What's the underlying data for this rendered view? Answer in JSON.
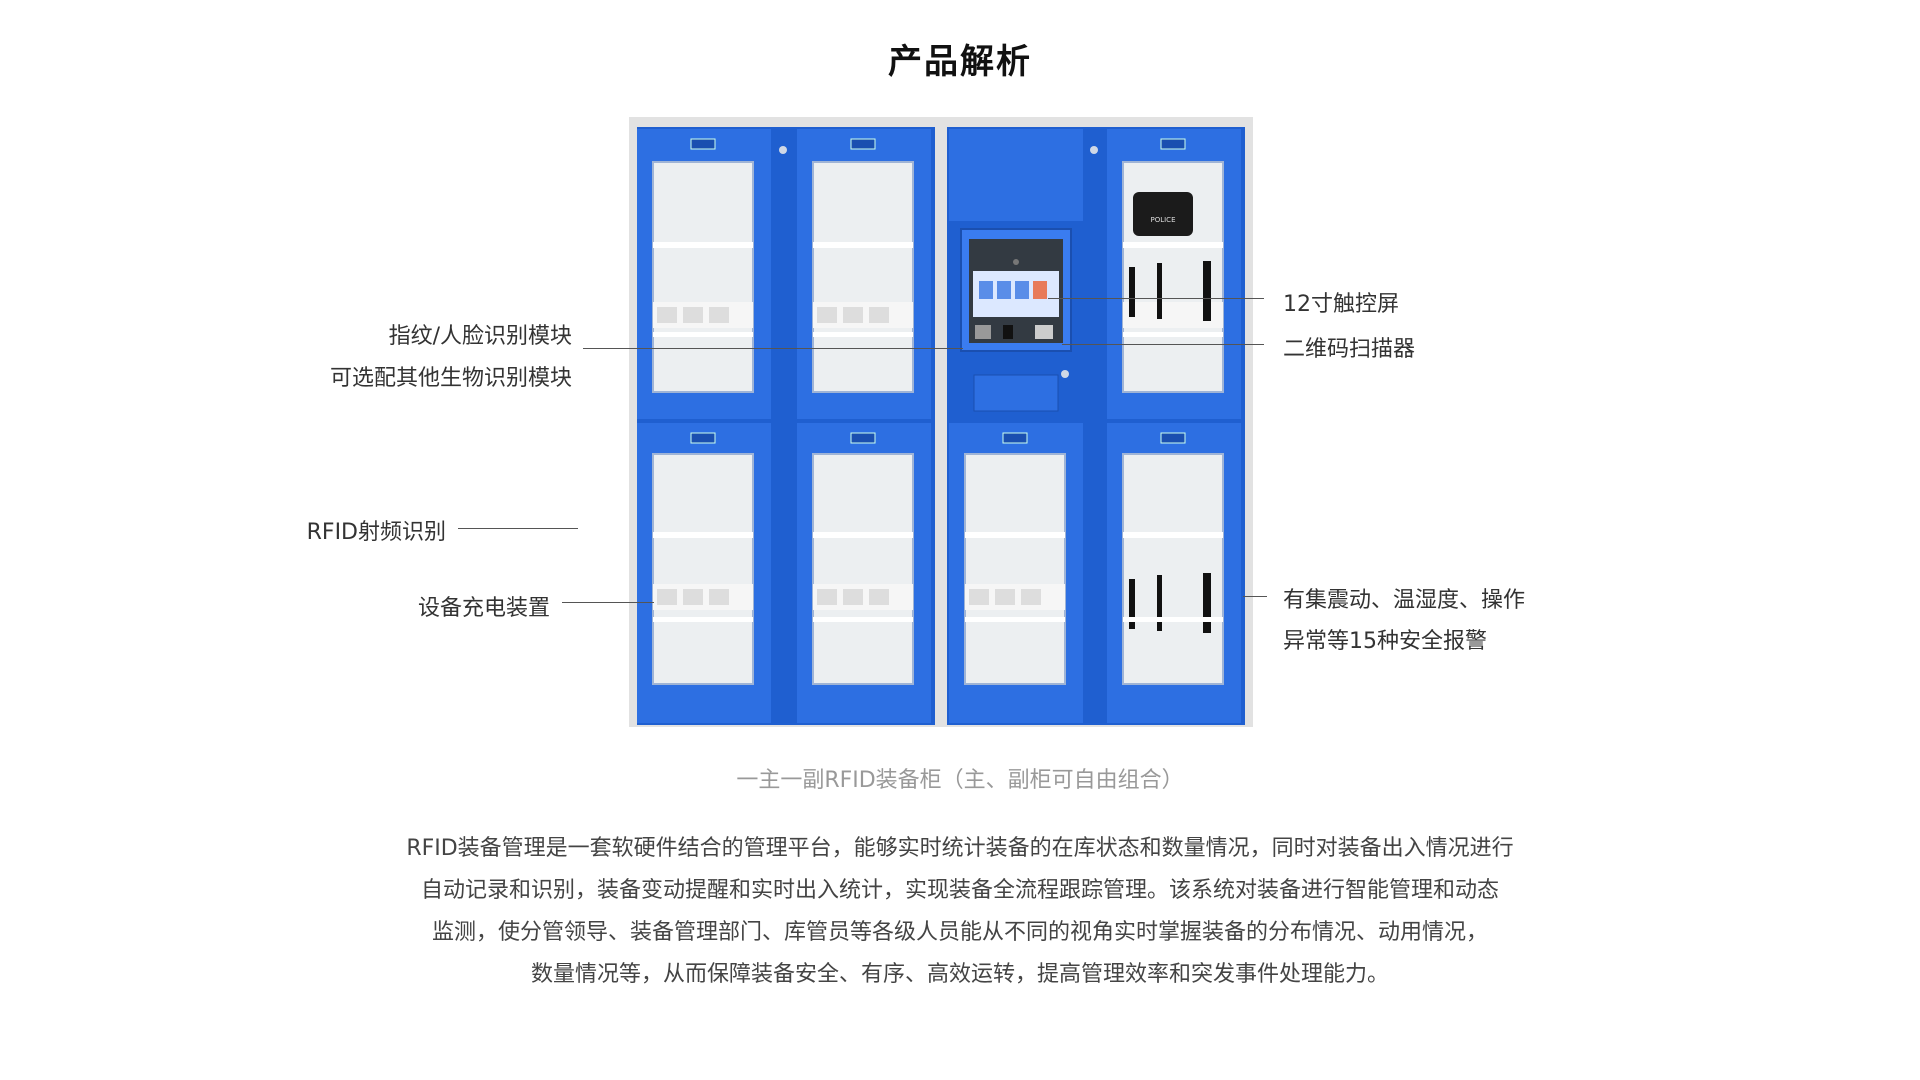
{
  "page": {
    "title": "产品解析"
  },
  "callouts": {
    "left_1_line1": "指纹/人脸识别模块",
    "left_1_line2": "可选配其他生物识别模块",
    "left_2": "RFID射频识别",
    "left_3": "设备充电装置",
    "right_1": "12寸触控屏",
    "right_2": "二维码扫描器",
    "right_3_line1": "有集震动、温湿度、操作",
    "right_3_line2": "异常等15种安全报警"
  },
  "cabinet": {
    "caption": "一主一副RFID装备柜（主、副柜可自由组合）",
    "badge_text": "POLICE",
    "colors": {
      "body": "#2f6fe0",
      "frame": "#d9d9d9",
      "glass": "#eef1f3",
      "shelf": "#ffffff"
    }
  },
  "description": {
    "lines": [
      "RFID装备管理是一套软硬件结合的管理平台，能够实时统计装备的在库状态和数量情况，同时对装备出入情况进行",
      "自动记录和识别，装备变动提醒和实时出入统计，实现装备全流程跟踪管理。该系统对装备进行智能管理和动态",
      "监测，使分管领导、装备管理部门、库管员等各级人员能从不同的视角实时掌握装备的分布情况、动用情况，",
      "数量情况等，从而保障装备安全、有序、高效运转，提高管理效率和突发事件处理能力。"
    ]
  }
}
